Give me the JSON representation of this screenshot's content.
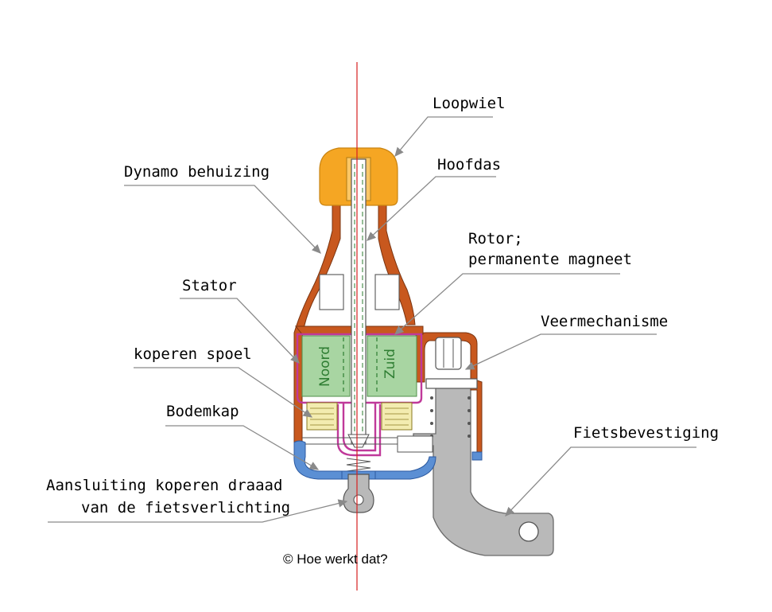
{
  "labels": {
    "loopwiel": "Loopwiel",
    "hoofdas": "Hoofdas",
    "dynamo_behuizing": "Dynamo behuizing",
    "rotor_line1": "Rotor;",
    "rotor_line2": "permanente magneet",
    "stator": "Stator",
    "veermechanisme": "Veermechanisme",
    "koperen_spoel": "koperen spoel",
    "bodemkap": "Bodemkap",
    "fietsbevestiging": "Fietsbevestiging",
    "aansluiting_line1": "Aansluiting koperen draaad",
    "aansluiting_line2": "van de fietsverlichting"
  },
  "magnet": {
    "north": "Noord",
    "south": "Zuid"
  },
  "copyright": "© Hoe werkt dat?",
  "colors": {
    "housing": "#c8581e",
    "wheel": "#f5a623",
    "wheel_light": "#fbc766",
    "magnet": "#a8d5a2",
    "stator": "#c0399a",
    "coil": "#f3ecb0",
    "bottom_cap": "#5b8fd4",
    "bracket": "#b9b9b9",
    "axis_line": "#d62020"
  }
}
